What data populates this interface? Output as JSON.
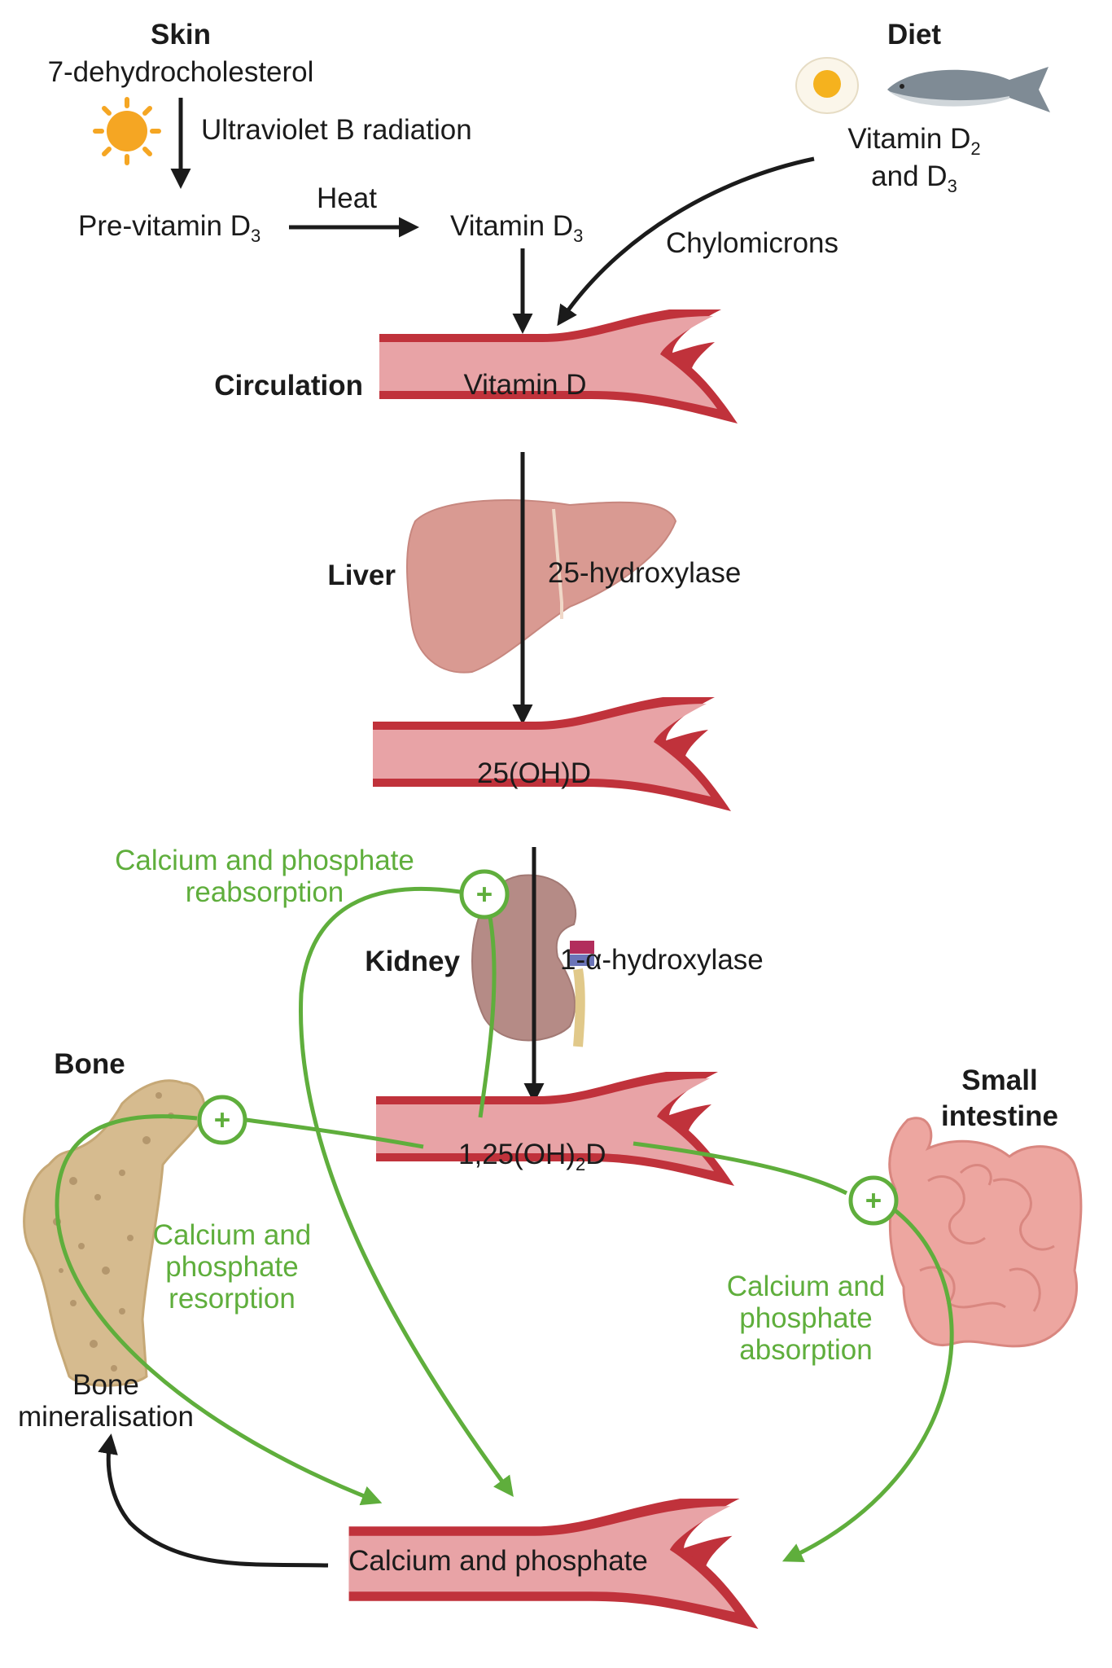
{
  "skin": {
    "title": "Skin",
    "precursor": "7-dehydrocholesterol",
    "uv": "Ultraviolet B radiation"
  },
  "pre_vitamin": {
    "base": "Pre-vitamin D",
    "sub": "3"
  },
  "heat": "Heat",
  "vitamin_d3": {
    "base": "Vitamin D",
    "sub": "3"
  },
  "diet": {
    "title": "Diet",
    "line1_base": "Vitamin D",
    "line1_sub": "2",
    "line2_base": "and D",
    "line2_sub": "3"
  },
  "chylomicrons": "Chylomicrons",
  "circulation": {
    "label": "Circulation",
    "content": "Vitamin D"
  },
  "liver": {
    "label": "Liver",
    "enzyme": "25-hydroxylase"
  },
  "vessel2": {
    "content": "25(OH)D"
  },
  "reabsorption": {
    "line1": "Calcium and phosphate",
    "line2": "reabsorption"
  },
  "kidney": {
    "label": "Kidney",
    "enzyme": "1-α-hydroxylase"
  },
  "bone": {
    "label": "Bone"
  },
  "vessel3": {
    "pre": "1,25(OH)",
    "sub": "2",
    "post": "D"
  },
  "intestine": {
    "line1": "Small",
    "line2": "intestine"
  },
  "resorption": {
    "line1": "Calcium and",
    "line2": "phosphate",
    "line3": "resorption"
  },
  "absorption": {
    "line1": "Calcium and",
    "line2": "phosphate",
    "line3": "absorption"
  },
  "mineralisation": {
    "line1": "Bone",
    "line2": "mineralisation"
  },
  "vessel4": {
    "content": "Calcium and phosphate"
  },
  "plus_symbol": "+",
  "colors": {
    "regulation_green": "#5fae3c",
    "vessel_wall": "#c0323b",
    "vessel_fill": "#e8a3a6",
    "arrow_black": "#1b1b1b"
  }
}
